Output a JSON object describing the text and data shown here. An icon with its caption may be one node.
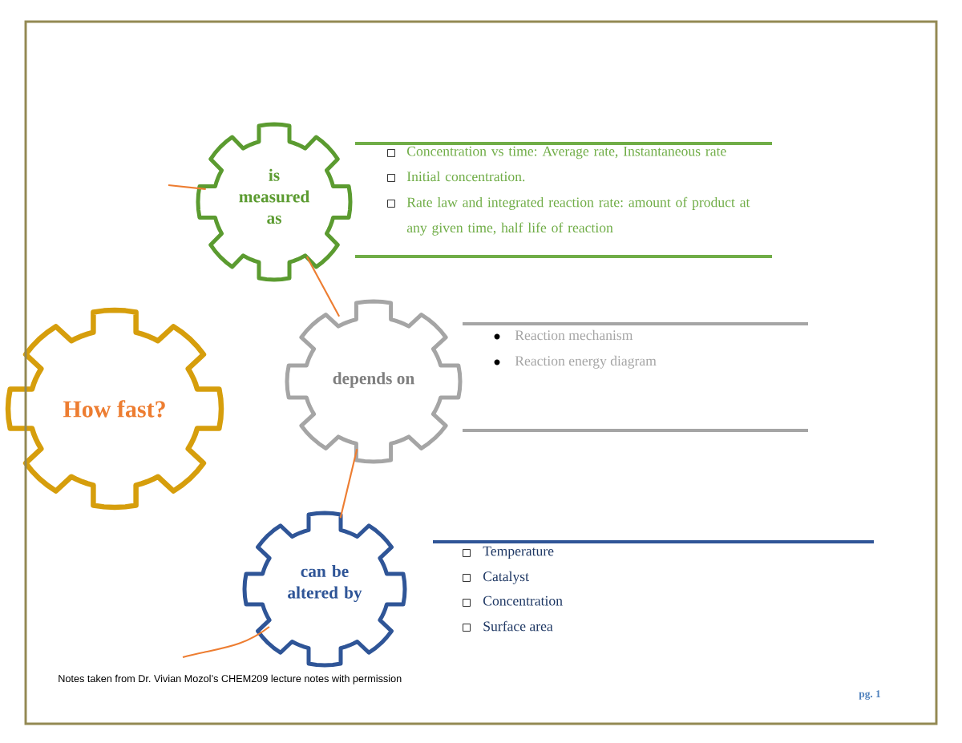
{
  "diagram": {
    "nodes": [
      {
        "text": [
          "How fast?"
        ]
      },
      {
        "text": [
          "is measured as"
        ]
      },
      {
        "text": [
          "Concentration vs time: Average rate, Instantaneous rate",
          "Initial concentration.",
          "Rate law and integrated reaction rate: amount of product at any given time, half life of reaction"
        ]
      },
      {
        "text": [
          "depends on"
        ]
      },
      {
        "text": [
          "Reaction mechanism",
          "Reaction energy diagram"
        ]
      },
      {
        "text": [
          "can be altered by"
        ]
      },
      {
        "text": [
          "Temperature",
          "Catalyst",
          "Concentration",
          "Surface area"
        ]
      }
    ],
    "edges": [
      {
        "from": null,
        "to": 1,
        "arrow": "none"
      },
      {
        "from": 1,
        "to": 3,
        "arrow": "none"
      },
      {
        "from": 3,
        "to": 5,
        "arrow": "none"
      },
      {
        "from": 5,
        "to": null,
        "arrow": "none"
      }
    ],
    "labels": [
      "Notes taken from Dr. Vivian Mozol’s CHEM209 lecture notes with permission",
      "pg. 1"
    ]
  }
}
